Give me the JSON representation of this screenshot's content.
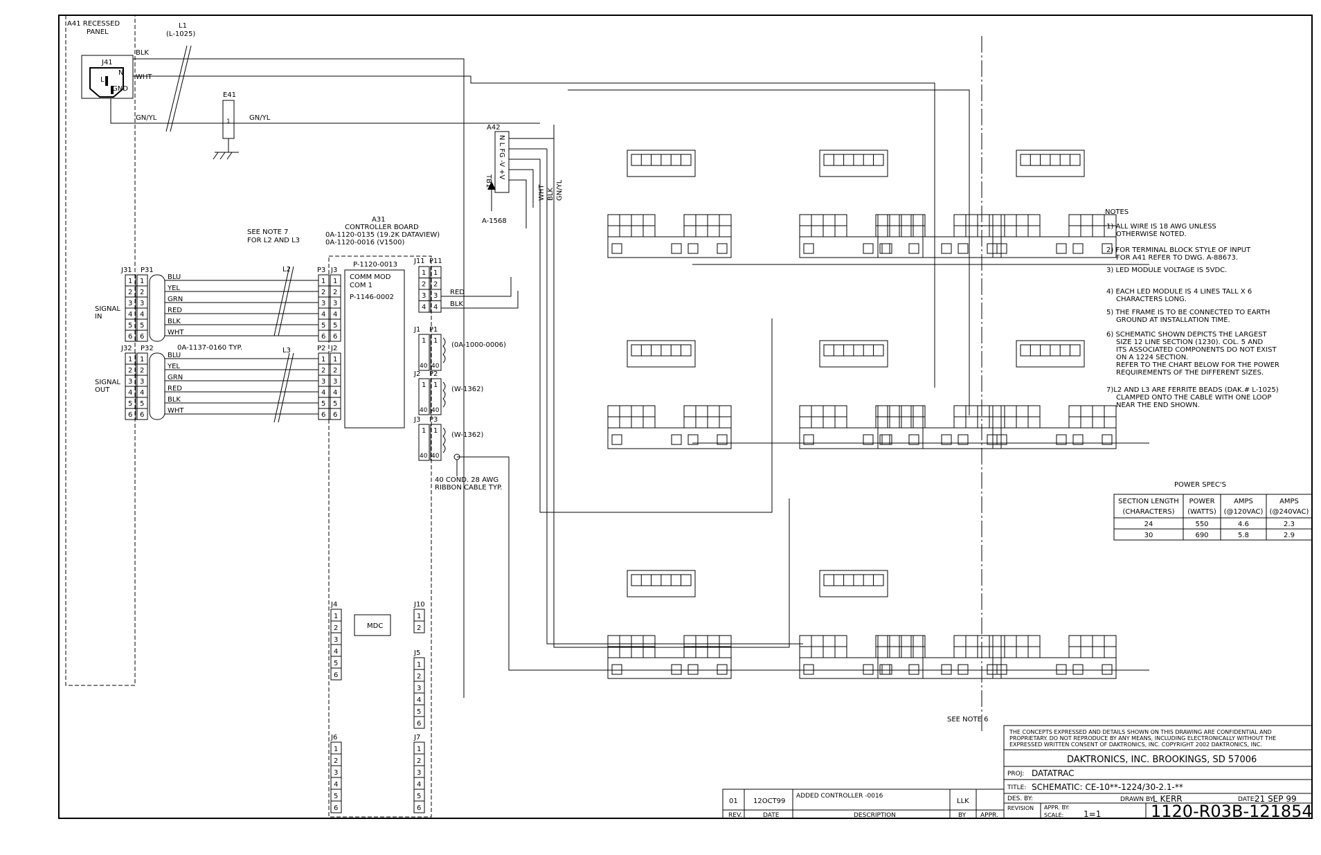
{
  "panel": {
    "line1": "A41 RECESSED",
    "line2": "PANEL",
    "wire_blk": "BLK",
    "wire_wht": "WHT",
    "wire_gnyl": "GN/YL"
  },
  "j41": {
    "label": "J41",
    "n": "N",
    "l": "L",
    "gnd": "GND"
  },
  "l1": {
    "line1": "L1",
    "line2": "(L-1025)"
  },
  "e41": {
    "label": "E41",
    "term": "1",
    "wire": "GN/YL"
  },
  "a42": {
    "label": "A42",
    "terms": "N L FG -V +V",
    "tb": "TB1",
    "part": "A-1568"
  },
  "a42_wires": [
    "WHT",
    "BLK",
    "GN/YL"
  ],
  "a31": {
    "line1": "A31",
    "line2": "CONTROLLER BOARD",
    "line3": "0A-1120-0135 (19.2K DATAVIEW)",
    "line4": "0A-1120-0016 (V1500)",
    "sub_part": "P-1120-0013",
    "comm1": "COMM MOD",
    "comm2": "COM 1",
    "comm3": "P-1146-0002",
    "mdc": "MDC"
  },
  "see_note7": {
    "line1": "SEE NOTE 7",
    "line2": "FOR L2 AND L3"
  },
  "l2": "L2",
  "l3": "L3",
  "signal_in": {
    "line1": "SIGNAL",
    "line2": "IN",
    "jack": "J31",
    "plug": "P31",
    "p3": "P3",
    "j3": "J3"
  },
  "signal_out": {
    "line1": "SIGNAL",
    "line2": "OUT",
    "jack": "J32",
    "plug": "P32",
    "p2": "P2",
    "j2": "J2",
    "cable_part": "0A-1137-0160 TYP."
  },
  "signal_colors": [
    "BLU",
    "YEL",
    "GRN",
    "RED",
    "BLK",
    "WHT"
  ],
  "pins_1_6": [
    "1",
    "2",
    "3",
    "4",
    "5",
    "6"
  ],
  "j11": {
    "j": "J11",
    "p": "P11",
    "pins": [
      "1",
      "2",
      "3",
      "4"
    ],
    "wire_red": "RED",
    "wire_blk": "BLK"
  },
  "ribbon_j1": {
    "j": "J1",
    "p": "P1",
    "pin1": "1",
    "pin40": "40",
    "part": "(0A-1000-0006)"
  },
  "ribbon_j2": {
    "j": "J2",
    "p": "P2",
    "pin1": "1",
    "pin40": "40",
    "part": "(W-1362)"
  },
  "ribbon_j3": {
    "j": "J3",
    "p": "P3",
    "pin1": "1",
    "pin40": "40",
    "part": "(W-1362)"
  },
  "ribbon_note": {
    "line1": "40 COND. 28 AWG",
    "line2": "RIBBON CABLE TYP."
  },
  "board_conns": {
    "j4": "J4",
    "j5": "J5",
    "j6": "J6",
    "j7": "J7",
    "j10": "J10"
  },
  "notes": {
    "title": "NOTES",
    "n1": [
      "1) ALL WIRE IS 18 AWG UNLESS",
      "OTHERWISE NOTED."
    ],
    "n2": [
      "2) FOR TERMINAL BLOCK STYLE OF INPUT",
      "FOR A41 REFER TO DWG. A-88673."
    ],
    "n3": [
      "3) LED MODULE VOLTAGE IS 5VDC."
    ],
    "n4": [
      "4) EACH LED MODULE IS 4 LINES TALL X 6",
      "CHARACTERS LONG."
    ],
    "n5": [
      "5) THE FRAME IS TO BE CONNECTED TO EARTH",
      "GROUND AT INSTALLATION TIME."
    ],
    "n6": [
      "6) SCHEMATIC SHOWN DEPICTS THE LARGEST",
      "SIZE 12 LINE SECTION (1230). COL. 5 AND",
      "ITS ASSOCIATED COMPONENTS DO NOT EXIST",
      "ON A 1224 SECTION.",
      "REFER TO THE CHART BELOW FOR THE POWER",
      "REQUIREMENTS OF THE DIFFERENT SIZES."
    ],
    "n7": [
      "7)L2 AND L3 ARE FERRITE BEADS (DAK.# L-1025)",
      "CLAMPED ONTO THE CABLE WITH ONE LOOP",
      "NEAR THE END SHOWN."
    ]
  },
  "power": {
    "title": "POWER SPEC'S",
    "headers": [
      [
        "SECTION LENGTH",
        "(CHARACTERS)"
      ],
      [
        "POWER",
        "(WATTS)"
      ],
      [
        "AMPS",
        "(@120VAC)"
      ],
      [
        "AMPS",
        "(@240VAC)"
      ]
    ],
    "rows": [
      [
        "24",
        "550",
        "4.6",
        "2.3"
      ],
      [
        "30",
        "690",
        "5.8",
        "2.9"
      ]
    ]
  },
  "see_note6": "SEE NOTE 6",
  "revision": {
    "rev": "01",
    "date": "12OCT99",
    "desc": "ADDED CONTROLLER -0016",
    "by": "LLK",
    "h_rev": "REV.",
    "h_date": "DATE",
    "h_desc": "DESCRIPTION",
    "h_by": "BY",
    "h_appr": "APPR."
  },
  "title_block": {
    "confidential": [
      "THE CONCEPTS EXPRESSED AND DETAILS SHOWN ON THIS DRAWING ARE CONFIDENTIAL AND",
      "PROPRIETARY. DO NOT REPRODUCE BY ANY MEANS, INCLUDING ELECTRONICALLY WITHOUT THE",
      "EXPRESSED WRITTEN CONSENT OF DAKTRONICS, INC.        COPYRIGHT 2002 DAKTRONICS, INC."
    ],
    "company": "DAKTRONICS, INC.   BROOKINGS, SD 57006",
    "proj_label": "PROJ:",
    "proj": "DATATRAC",
    "title_label": "TITLE:",
    "title": "SCHEMATIC: CE-10**-1224/30-2.1-**",
    "des_label": "DES. BY:",
    "drawn_label": "DRAWN BY:",
    "drawn": "L KERR",
    "date_label": "DATE:",
    "date": "21 SEP 99",
    "revision_label": "REVISION",
    "appr_label": "APPR. BY:",
    "scale_label": "SCALE:",
    "scale": "1=1",
    "dwg_no": "1120-R03B-121854"
  }
}
